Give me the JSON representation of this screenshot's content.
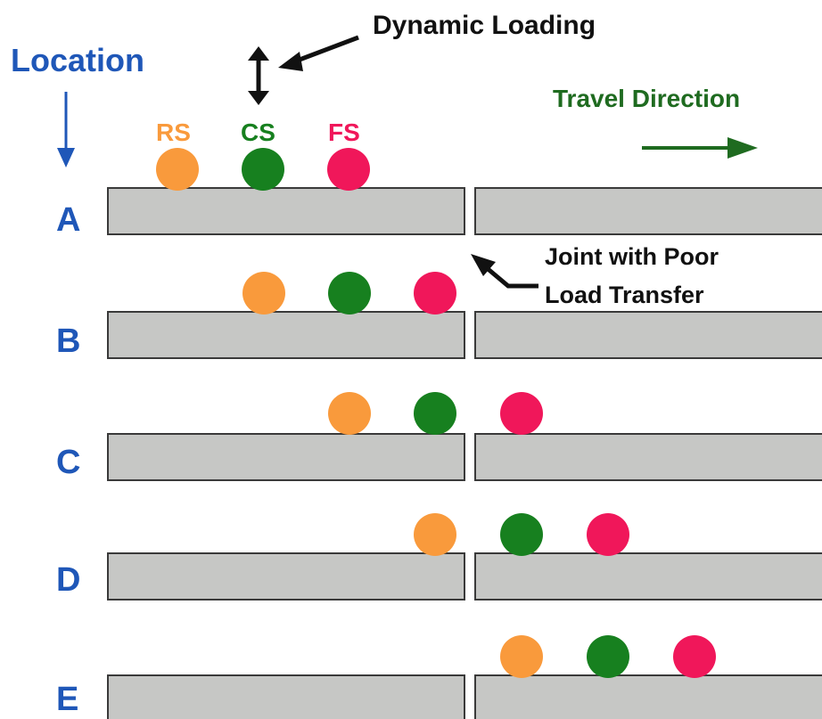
{
  "title": "Dynamic Loading",
  "location_label": "Location",
  "travel_label": "Travel Direction",
  "joint_label_line1": "Joint with Poor",
  "joint_label_line2": "Load Transfer",
  "wheels": [
    {
      "label": "RS",
      "color": "#f99a3c"
    },
    {
      "label": "CS",
      "color": "#17801f"
    },
    {
      "label": "FS",
      "color": "#f0175a"
    }
  ],
  "rows": [
    {
      "label": "A"
    },
    {
      "label": "B"
    },
    {
      "label": "C"
    },
    {
      "label": "D"
    },
    {
      "label": "E"
    }
  ],
  "colors": {
    "blue": "#1f57b8",
    "green": "#1f6b20",
    "slab": "#c6c7c5",
    "slab_edge": "#3a3a3a",
    "black": "#111111"
  }
}
